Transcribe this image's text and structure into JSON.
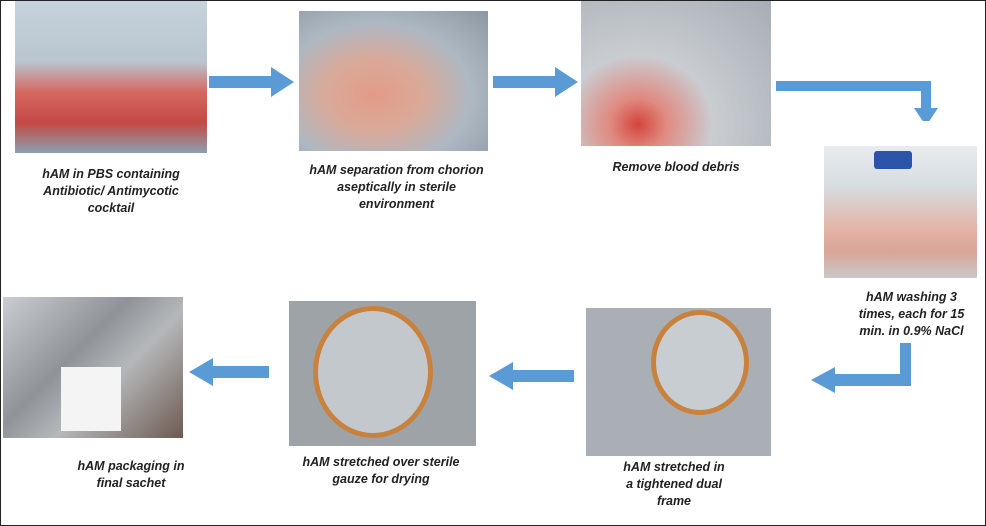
{
  "steps": [
    {
      "label": "hAM in PBS containing Antibiotic/ Antimycotic cocktail",
      "photo": "bottle-with-membrane-photo"
    },
    {
      "label": "hAM separation from chorion aseptically in sterile environment",
      "photo": "tray-separation-photo"
    },
    {
      "label": "Remove blood debris",
      "photo": "membrane-cleaning-photo"
    },
    {
      "label": "hAM washing 3 times, each for 15 min. in 0.9% NaCl",
      "photo": "washing-bottle-photo"
    },
    {
      "label": "hAM stretched in a tightened dual frame",
      "photo": "dual-frame-photo"
    },
    {
      "label": "hAM stretched over sterile gauze for drying",
      "photo": "gauze-frame-photo"
    },
    {
      "label": "hAM packaging in final sachet",
      "photo": "sachet-photo"
    }
  ],
  "colors": {
    "arrow": "#5b9bd5",
    "text": "#222222"
  }
}
